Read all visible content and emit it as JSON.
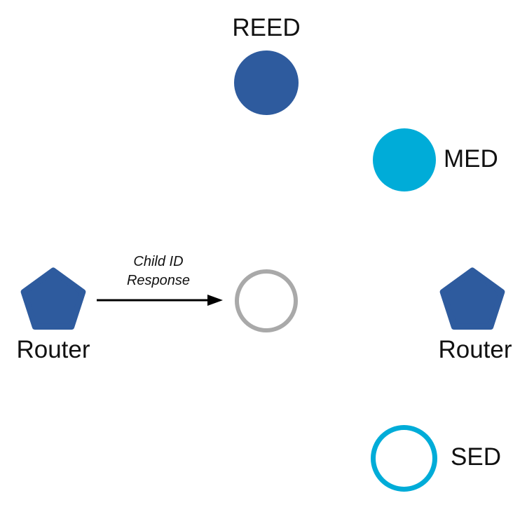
{
  "diagram": {
    "description": "Thread network topology diagram showing a Child ID Response message sent from a Router to a joining device",
    "colors": {
      "background": "#FFFFFF",
      "router_blue": "#2E5B9E",
      "device_cyan": "#00ACD8",
      "joiner_gray": "#A9A9A9",
      "text": "#111111",
      "arrow": "#000000"
    },
    "nodes": {
      "reed": {
        "label": "REED",
        "shape": "filled-circle",
        "color": "#2E5B9E"
      },
      "med": {
        "label": "MED",
        "shape": "filled-circle",
        "color": "#00ACD8"
      },
      "router_left": {
        "label": "Router",
        "shape": "pentagon",
        "color": "#2E5B9E"
      },
      "router_right": {
        "label": "Router",
        "shape": "pentagon",
        "color": "#2E5B9E"
      },
      "joiner": {
        "label": "",
        "shape": "outline-circle",
        "color": "#A9A9A9"
      },
      "sed": {
        "label": "SED",
        "shape": "outline-circle",
        "color": "#00ACD8"
      }
    },
    "arrow": {
      "label_lines": [
        "Child ID",
        "Response"
      ],
      "from": "router_left",
      "to": "joiner",
      "color": "#000000"
    }
  }
}
